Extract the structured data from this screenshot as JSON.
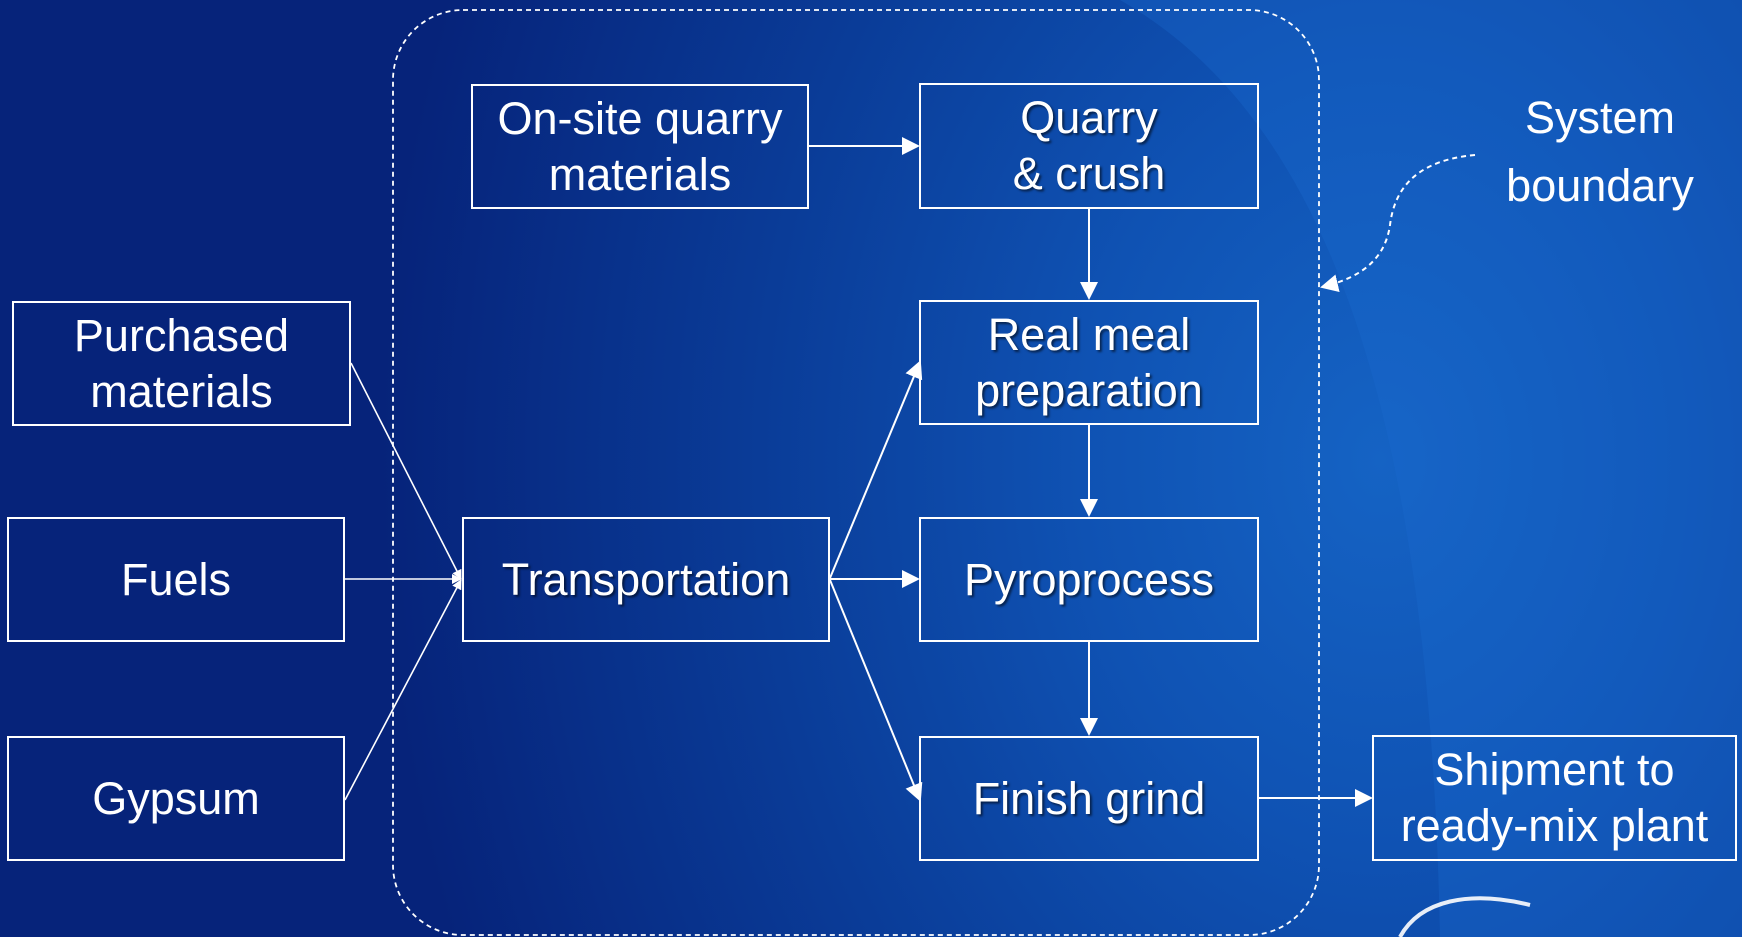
{
  "nodes": {
    "onsite_quarry": "On-site quarry\nmaterials",
    "quarry_crush": "Quarry\n& crush",
    "raw_meal": "Real meal\npreparation",
    "pyroprocess": "Pyroprocess",
    "finish_grind": "Finish grind",
    "transportation": "Transportation",
    "purchased": "Purchased\nmaterials",
    "fuels": "Fuels",
    "gypsum": "Gypsum",
    "shipment": "Shipment to\nready-mix plant"
  },
  "labels": {
    "system_boundary": "System\nboundary"
  },
  "colors": {
    "line": "#ffffff",
    "background_dark": "#06237a",
    "background_light": "#1563c4"
  }
}
